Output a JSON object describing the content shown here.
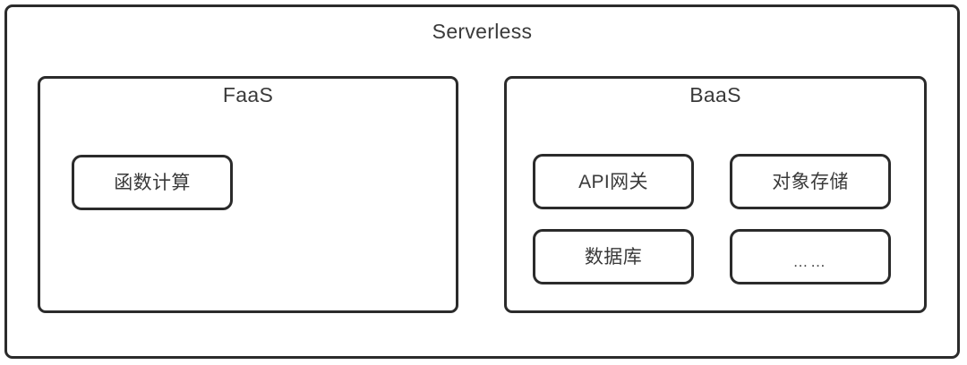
{
  "diagram": {
    "type": "nested-block-diagram",
    "title": "Serverless",
    "background_color": "#ffffff",
    "stroke_color": "#2b2b2b",
    "text_color": "#3a3a3a",
    "groups": [
      {
        "id": "faas",
        "title": "FaaS",
        "items": [
          {
            "id": "function-compute",
            "label": "函数计算"
          }
        ]
      },
      {
        "id": "baas",
        "title": "BaaS",
        "items": [
          {
            "id": "api-gateway",
            "label": "API网关"
          },
          {
            "id": "object-storage",
            "label": "对象存储"
          },
          {
            "id": "database",
            "label": "数据库"
          },
          {
            "id": "more",
            "label": "……"
          }
        ]
      }
    ]
  }
}
